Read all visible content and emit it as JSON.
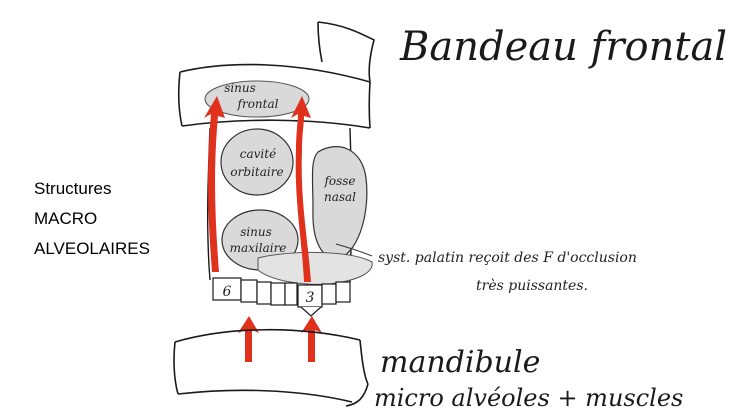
{
  "left_label": {
    "line1": "Structures",
    "line2": "MACRO",
    "line3": "ALVEOLAIRES"
  },
  "labels": {
    "bandeau": "Bandeau frontal",
    "sinus_frontal_1": "sinus",
    "sinus_frontal_2": "frontal",
    "cavite_1": "cavité",
    "cavite_2": "orbitaire",
    "fosse_1": "fosse",
    "fosse_2": "nasal",
    "sinus_max_1": "sinus",
    "sinus_max_2": "maxilaire",
    "syst_1": "syst. palatin reçoit des F d'occlusion",
    "syst_2": "très puissantes.",
    "tooth_6": "6",
    "tooth_3": "3",
    "mandibule": "mandibule",
    "micro": "micro alvéoles + muscles"
  },
  "colors": {
    "ink": "#1a1a1a",
    "arrow": "#e0311c",
    "shade": "#d9d9d9"
  }
}
